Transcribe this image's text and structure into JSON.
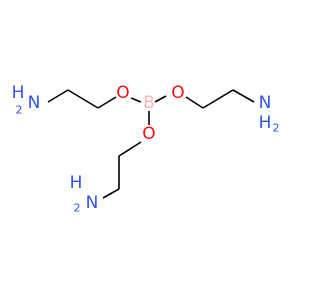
{
  "molecule": {
    "colors": {
      "bond": "#000000",
      "O": "#ff0d0d",
      "B": "#ffb5b5",
      "N": "#3050f8"
    },
    "atoms": {
      "boron": "B",
      "ester_oxygen_left": "O",
      "ester_oxygen_right": "O",
      "ester_oxygen_bottom": "O",
      "amine_left": {
        "h2": "H",
        "n": "N",
        "hydrogen_count": "2"
      },
      "amine_right": {
        "n": "N",
        "h": "H",
        "hydrogen_count": "2"
      },
      "amine_bottom": {
        "h2": "H",
        "n": "N",
        "hydrogen_count": "2"
      }
    },
    "bond_style": "single"
  }
}
